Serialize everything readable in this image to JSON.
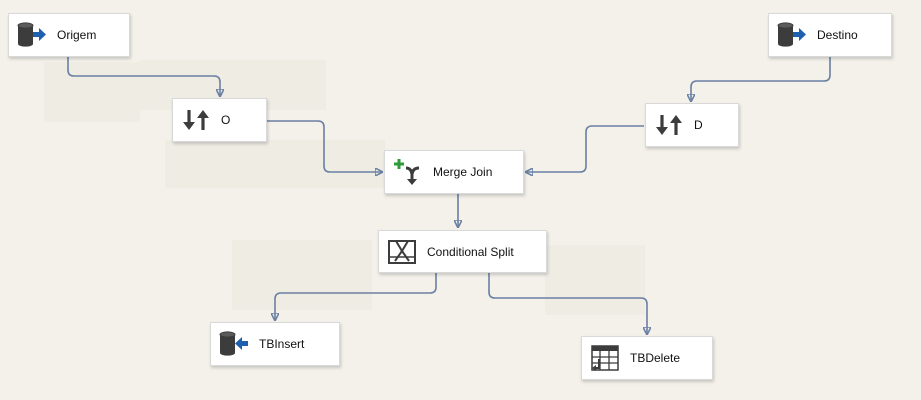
{
  "nodes": {
    "origem": {
      "label": "Origem",
      "icon": "source-db-icon"
    },
    "destino": {
      "label": "Destino",
      "icon": "source-db-icon"
    },
    "sort_o": {
      "label": "O",
      "icon": "sort-icon"
    },
    "sort_d": {
      "label": "D",
      "icon": "sort-icon"
    },
    "merge_join": {
      "label": "Merge Join",
      "icon": "merge-join-icon"
    },
    "conditional_split": {
      "label": "Conditional Split",
      "icon": "conditional-split-icon"
    },
    "tbinsert": {
      "label": "TBInsert",
      "icon": "destination-db-icon"
    },
    "tbdelete": {
      "label": "TBDelete",
      "icon": "table-destination-icon"
    }
  },
  "colors": {
    "canvas": "#f4f1ea",
    "connector": "#6a80a4",
    "node_bg": "#ffffff",
    "db_icon": "#3c3c3c",
    "arrow_blue": "#1f5fb0",
    "plus_green": "#2e9b3a"
  }
}
